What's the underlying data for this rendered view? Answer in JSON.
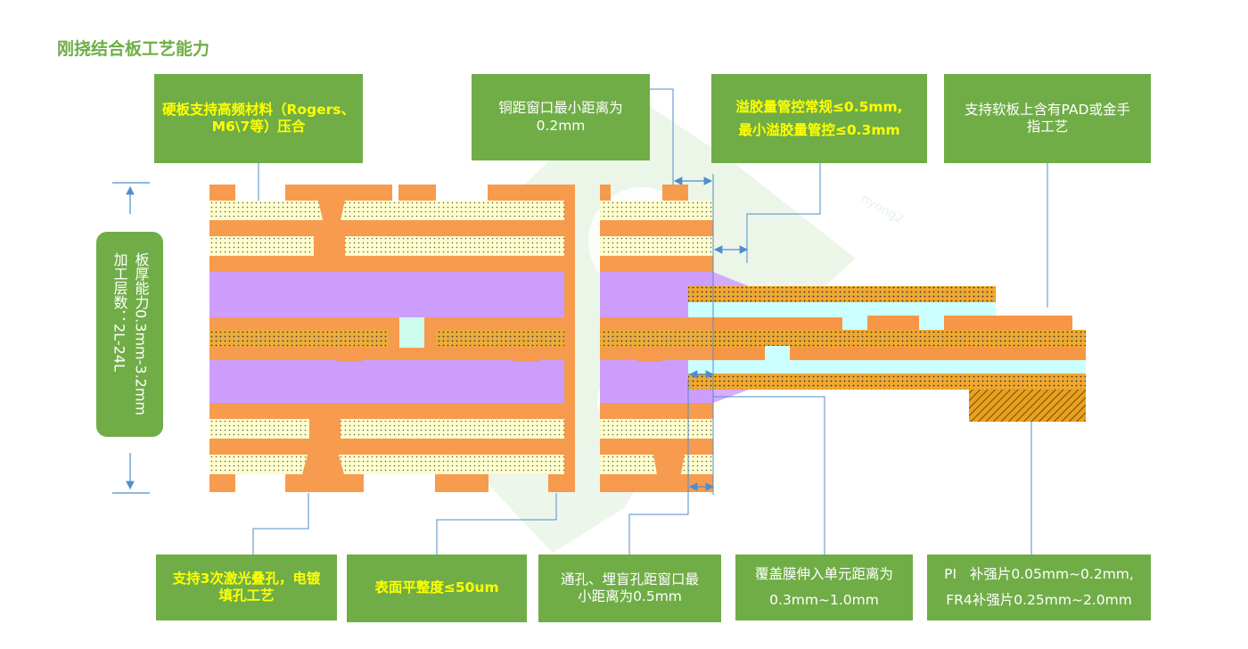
{
  "title": "刚挠结合板工艺能力",
  "watermark": "nyong2",
  "colors": {
    "green": "#70ad47",
    "yellow_text": "#ffff00",
    "copper": "#f79646",
    "core_dots": "#ffffcc",
    "prepreg": "#cc99ff",
    "coverlay": "#ccffff",
    "pi": "#e8a020",
    "arrow": "#4f8ec9"
  },
  "left_label": {
    "line1": "板厚能力0.3mm-3.2mm",
    "line2": "加工层数：2L-24L"
  },
  "top_boxes": [
    {
      "lines": [
        "硬板支持高频材料（Rogers、",
        "M6\\7等）压合"
      ]
    },
    {
      "lines": [
        "铜距窗口最小距离为",
        "0.2mm"
      ]
    },
    {
      "lines": [
        "溢胶量管控常规≤0.5mm,",
        "最小溢胶量管控≤0.3mm"
      ]
    },
    {
      "lines": [
        "支持软板上含有PAD或金手",
        "指工艺"
      ]
    }
  ],
  "bottom_boxes": [
    {
      "lines": [
        "支持3次激光叠孔，电镀",
        "填孔工艺"
      ]
    },
    {
      "lines": [
        "表面平整度≤50um"
      ]
    },
    {
      "lines": [
        "通孔、埋盲孔距窗口最",
        "小距离为0.5mm"
      ]
    },
    {
      "lines": [
        "覆盖膜伸入单元距离为",
        "0.3mm~1.0mm"
      ]
    },
    {
      "lines": [
        "PI   补强片0.05mm~0.2mm,",
        "FR4补强片0.25mm~2.0mm"
      ]
    }
  ]
}
